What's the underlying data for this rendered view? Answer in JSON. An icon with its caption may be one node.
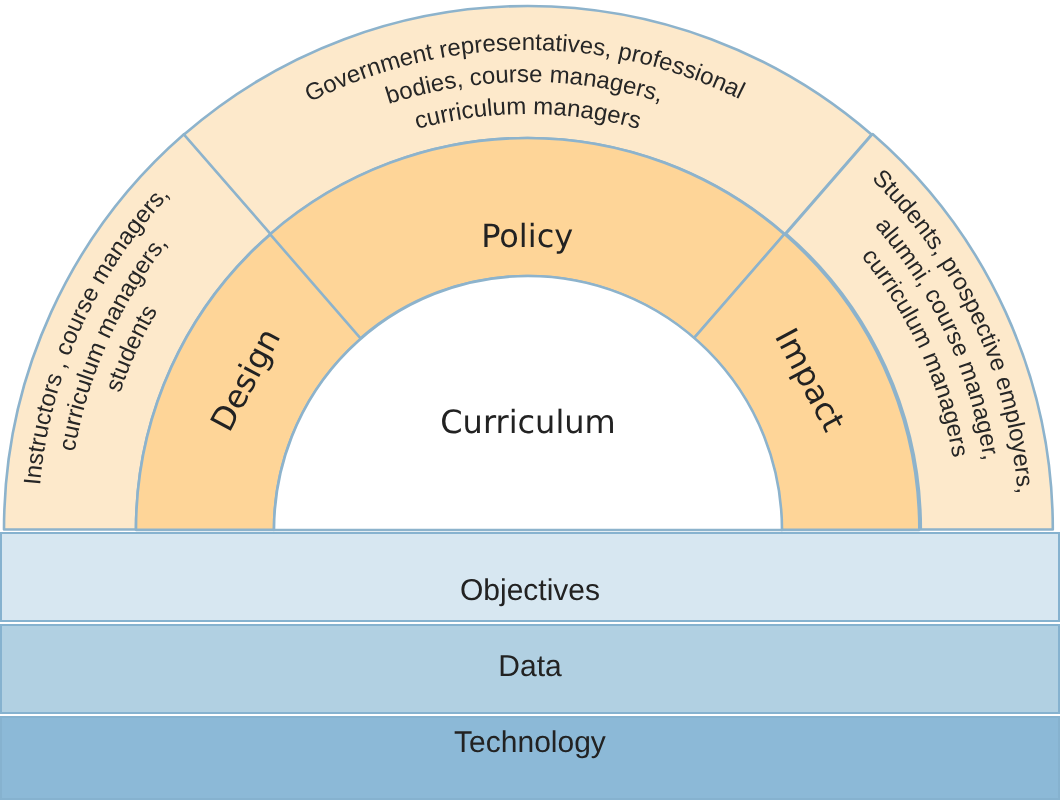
{
  "diagram": {
    "nodes": [
      {
        "text": [
          "Instructors , course managers, curriculum managers, students"
        ]
      },
      {
        "text": [
          "Government representatives, professional bodies, course managers, curriculum managers"
        ]
      },
      {
        "text": [
          "Students, prospective employers, alumni, course manager, curriculum managers"
        ]
      },
      {
        "text": [
          "Design"
        ]
      },
      {
        "text": [
          "Policy"
        ]
      },
      {
        "text": [
          "Impact"
        ]
      },
      {
        "text": [
          "Curriculum"
        ]
      },
      {
        "text": [
          "Objectives"
        ]
      },
      {
        "text": [
          "Data"
        ]
      },
      {
        "text": [
          "Technology"
        ]
      }
    ]
  }
}
